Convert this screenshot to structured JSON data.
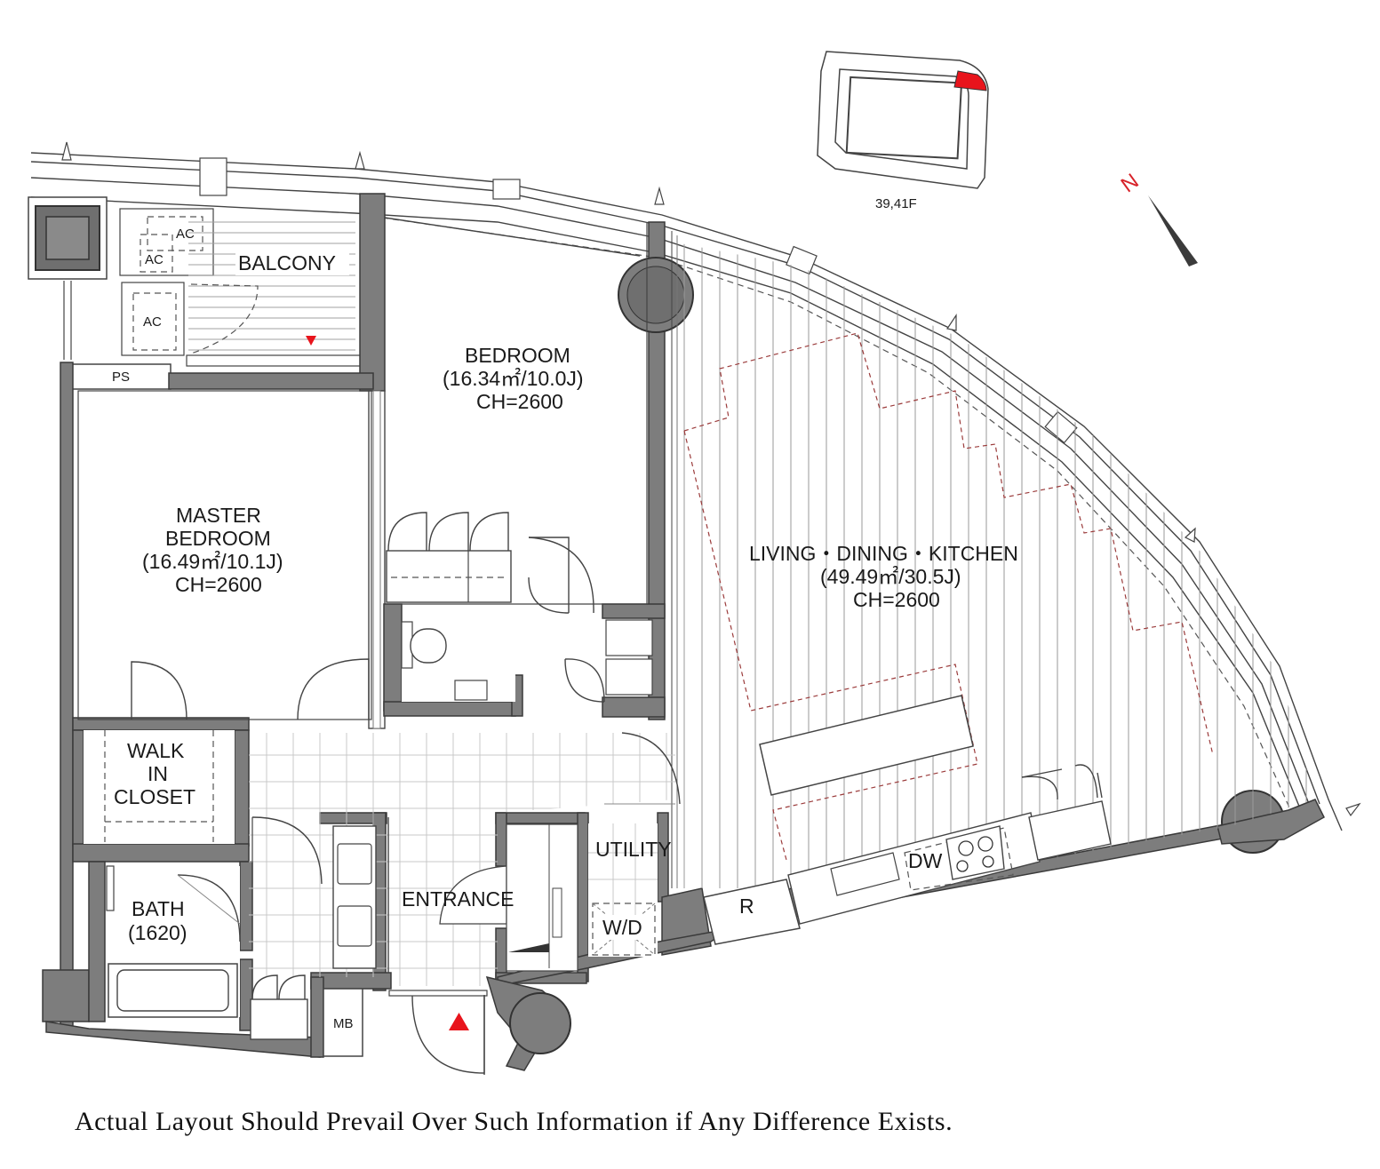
{
  "compass": {
    "floor_label": "39,41F",
    "north_letter": "N",
    "highlight_color": "#e8141c"
  },
  "rooms": {
    "balcony": "BALCONY",
    "bedroom": {
      "name": "BEDROOM",
      "area": "(16.34㎡/10.0J)",
      "ceiling": "CH=2600"
    },
    "master": {
      "name_line1": "MASTER",
      "name_line2": "BEDROOM",
      "area": "(16.49㎡/10.1J)",
      "ceiling": "CH=2600"
    },
    "ldk": {
      "name": "LIVING・DINING・KITCHEN",
      "area": "(49.49㎡/30.5J)",
      "ceiling": "CH=2600"
    },
    "walk_in": {
      "line1": "WALK",
      "line2": "IN",
      "line3": "CLOSET"
    },
    "bath": {
      "name": "BATH",
      "size": "(1620)"
    },
    "entrance": "ENTRANCE",
    "utility": "UTILITY"
  },
  "fixtures": {
    "ac1": "AC",
    "ac2": "AC",
    "ac3": "AC",
    "ps": "PS",
    "mb": "MB",
    "dw": "DW",
    "wd": "W/D",
    "r": "R"
  },
  "footer": "Actual Layout Should Prevail Over Such Information if Any Difference Exists."
}
